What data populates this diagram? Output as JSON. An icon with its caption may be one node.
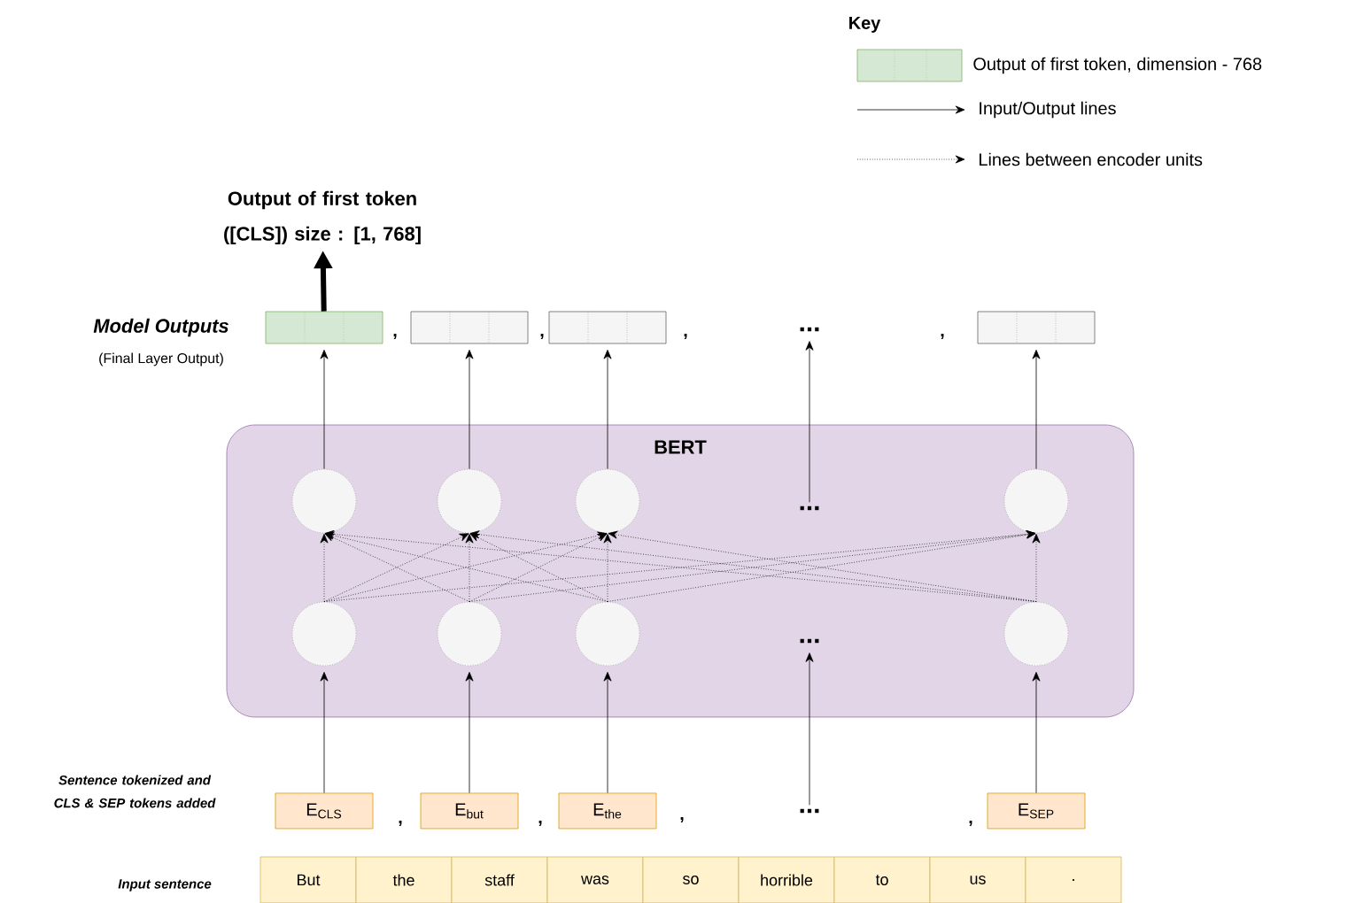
{
  "diagram": {
    "nodes": [
      {
        "text": [
          "Output of first token ([CLS]) size : [1, 768]"
        ]
      },
      {
        "text": [],
        "shape": "box"
      },
      {
        "text": [],
        "shape": "box"
      },
      {
        "text": [],
        "shape": "box"
      },
      {
        "text": [
          "..."
        ]
      },
      {
        "text": [],
        "shape": "box"
      },
      {
        "text": [
          "BERT"
        ]
      },
      {
        "text": [],
        "shape": "circle",
        "in": 6
      },
      {
        "text": [],
        "shape": "circle",
        "in": 6
      },
      {
        "text": [],
        "shape": "circle",
        "in": 6
      },
      {
        "text": [
          "..."
        ],
        "in": 6
      },
      {
        "text": [],
        "shape": "circle",
        "in": 6
      },
      {
        "text": [],
        "shape": "circle",
        "in": 6
      },
      {
        "text": [],
        "shape": "circle",
        "in": 6
      },
      {
        "text": [],
        "shape": "circle",
        "in": 6
      },
      {
        "text": [
          "..."
        ],
        "in": 6
      },
      {
        "text": [],
        "shape": "circle",
        "in": 6
      },
      {
        "text": [
          "E$_{CLS}$"
        ]
      },
      {
        "text": [
          "E$_{but}$"
        ]
      },
      {
        "text": [
          "E$_{the}$"
        ]
      },
      {
        "text": [
          "..."
        ]
      },
      {
        "text": [
          "E$_{SEP}$"
        ]
      },
      {
        "text": [
          "But"
        ]
      },
      {
        "text": [
          "the"
        ]
      },
      {
        "text": [
          "staff"
        ]
      },
      {
        "text": [
          "was"
        ]
      },
      {
        "text": [
          "so"
        ]
      },
      {
        "text": [
          "horrible"
        ]
      },
      {
        "text": [
          "to"
        ]
      },
      {
        "text": [
          "us"
        ]
      },
      {
        "text": [
          "."
        ]
      }
    ],
    "edges": [
      {
        "from": 1,
        "to": 0,
        "arrow": "to",
        "style": "thick"
      },
      {
        "from": 7,
        "to": 1,
        "arrow": "to"
      },
      {
        "from": 8,
        "to": 2,
        "arrow": "to"
      },
      {
        "from": 9,
        "to": 3,
        "arrow": "to"
      },
      {
        "from": 10,
        "to": 4,
        "arrow": "to"
      },
      {
        "from": 11,
        "to": 5,
        "arrow": "to"
      },
      {
        "from": 12,
        "to": 7,
        "arrow": "to",
        "style": "dashed"
      },
      {
        "from": 12,
        "to": 8,
        "arrow": "to",
        "style": "dashed"
      },
      {
        "from": 12,
        "to": 9,
        "arrow": "to",
        "style": "dashed"
      },
      {
        "from": 12,
        "to": 11,
        "arrow": "to",
        "style": "dashed"
      },
      {
        "from": 13,
        "to": 7,
        "arrow": "to",
        "style": "dashed"
      },
      {
        "from": 13,
        "to": 8,
        "arrow": "to",
        "style": "dashed"
      },
      {
        "from": 13,
        "to": 9,
        "arrow": "to",
        "style": "dashed"
      },
      {
        "from": 13,
        "to": 11,
        "arrow": "to",
        "style": "dashed"
      },
      {
        "from": 14,
        "to": 7,
        "arrow": "to",
        "style": "dashed"
      },
      {
        "from": 14,
        "to": 8,
        "arrow": "to",
        "style": "dashed"
      },
      {
        "from": 14,
        "to": 9,
        "arrow": "to",
        "style": "dashed"
      },
      {
        "from": 14,
        "to": 11,
        "arrow": "to",
        "style": "dashed"
      },
      {
        "from": 16,
        "to": 7,
        "arrow": "to",
        "style": "dashed"
      },
      {
        "from": 16,
        "to": 8,
        "arrow": "to",
        "style": "dashed"
      },
      {
        "from": 16,
        "to": 9,
        "arrow": "to",
        "style": "dashed"
      },
      {
        "from": 16,
        "to": 11,
        "arrow": "to",
        "style": "dashed"
      },
      {
        "from": 17,
        "to": 12,
        "arrow": "to"
      },
      {
        "from": 18,
        "to": 13,
        "arrow": "to"
      },
      {
        "from": 19,
        "to": 14,
        "arrow": "to"
      },
      {
        "from": 20,
        "to": 15,
        "arrow": "to"
      },
      {
        "from": 21,
        "to": 16,
        "arrow": "to"
      }
    ],
    "labels": [
      "Key",
      "Model Outputs",
      "(Final Layer Output)",
      ",",
      ",",
      ",",
      ",",
      "Sentence tokenized and CLS & SEP tokens added",
      ",",
      ",",
      ",",
      ",",
      "Input sentence"
    ],
    "legend": [
      {
        "text": "Output of first token, dimension - 768",
        "color": "#d5e8d4"
      },
      {
        "text": "Input/Output lines"
      },
      {
        "text": "Lines between encoder units"
      }
    ]
  }
}
